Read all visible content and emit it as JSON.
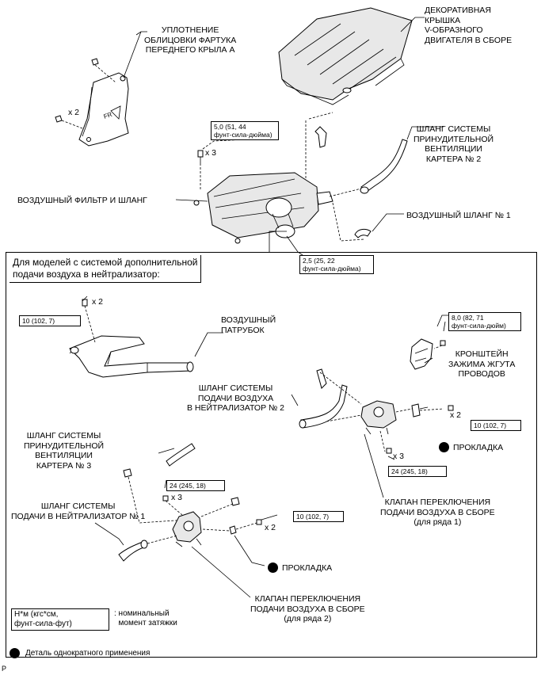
{
  "labels": {
    "engine_cover": "ДЕКОРАТИВНАЯ\nКРЫШКА\nV-ОБРАЗНОГО\nДВИГАТЕЛЯ В СБОРЕ",
    "fender_seal": "УПЛОТНЕНИЕ\nОБЛИЦОВКИ ФАРТУКА\nПЕРЕДНЕГО КРЫЛА А",
    "pcv_hose_2": "ШЛАНГ СИСТЕМЫ\nПРИНУДИТЕЛЬНОЙ\nВЕНТИЛЯЦИИ\nКАРТЕРА № 2",
    "air_filter": "ВОЗДУШНЫЙ ФИЛЬТР И ШЛАНГ",
    "air_hose_1": "ВОЗДУШНЫЙ ШЛАНГ № 1",
    "air_duct": "ВОЗДУШНЫЙ\nПАТРУБОК",
    "bracket": "КРОНШТЕЙН\nЗАЖИМА ЖГУТА\nПРОВОДОВ",
    "as_hose_2": "ШЛАНГ СИСТЕМЫ\nПОДАЧИ ВОЗДУХА\nВ НЕЙТРАЛИЗАТОР № 2",
    "pcv_hose_3": "ШЛАНГ СИСТЕМЫ\nПРИНУДИТЕЛЬНОЙ\nВЕНТИЛЯЦИИ\nКАРТЕРА № 3",
    "gasket_1": "ПРОКЛАДКА",
    "as_hose_1": "ШЛАНГ СИСТЕМЫ\nПОДАЧИ В НЕЙТРАЛИЗАТОР № 1",
    "valve_bank1": "КЛАПАН ПЕРЕКЛЮЧЕНИЯ\nПОДАЧИ ВОЗДУХА В СБОРЕ\n(для ряда 1)",
    "gasket_2": "ПРОКЛАДКА",
    "valve_bank2": "КЛАПАН ПЕРЕКЛЮЧЕНИЯ\nПОДАЧИ ВОЗДУХА В СБОРЕ\n(для ряда 2)"
  },
  "subsection_title": "Для моделей с системой дополнительной\nподачи воздуха в нейтрализатор:",
  "torques": {
    "t1": "5,0 (51, 44\nфунт-сила-дюйма)",
    "t2": "2,5 (25, 22\nфунт-сила-дюйма)",
    "t3": "10 (102, 7)",
    "t4": "8,0 (82, 71\nфунт-сила-дюйм)",
    "t5": "10 (102, 7)",
    "t6": "24 (245, 18)",
    "t7": "24 (245, 18)",
    "t8": "10 (102, 7)"
  },
  "quantities": {
    "q1": "x 2",
    "q2": "x 3",
    "q3": "x 2",
    "q4": "x 2",
    "q5": "x 3",
    "q6": "x 3",
    "q7": "x 2"
  },
  "fr_mark": "FR",
  "legend": {
    "torque_box": "Н*м (кгс*см,\nфунт-сила-фут)",
    "torque_desc": ": номинальный\n  момент затяжки",
    "nonreusable": "Деталь однократного применения"
  },
  "corner_code": "P"
}
